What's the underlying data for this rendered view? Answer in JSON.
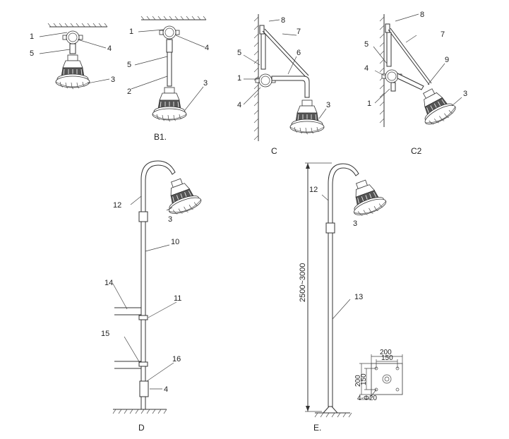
{
  "figures": {
    "b1": {
      "caption": "B1."
    },
    "c": {
      "caption": "C"
    },
    "c2": {
      "caption": "C2"
    },
    "d": {
      "caption": "D"
    },
    "e": {
      "caption": "E."
    }
  },
  "dimensions": {
    "pole_height": "2500~3000",
    "base_width_outer": "200",
    "base_width_inner": "150",
    "base_height_outer": "200",
    "base_height_inner": "150",
    "bolt_holes": "4-Φ20"
  },
  "labels": {
    "a": [
      "1",
      "5",
      "4",
      "3"
    ],
    "b1": [
      "1",
      "4",
      "5",
      "2",
      "3"
    ],
    "c": [
      "8",
      "7",
      "5",
      "6",
      "1",
      "4",
      "3"
    ],
    "c2": [
      "8",
      "7",
      "5",
      "9",
      "4",
      "1",
      "3"
    ],
    "d": [
      "12",
      "3",
      "10",
      "14",
      "11",
      "15",
      "16",
      "4"
    ],
    "e": [
      "12",
      "3",
      "13"
    ]
  }
}
